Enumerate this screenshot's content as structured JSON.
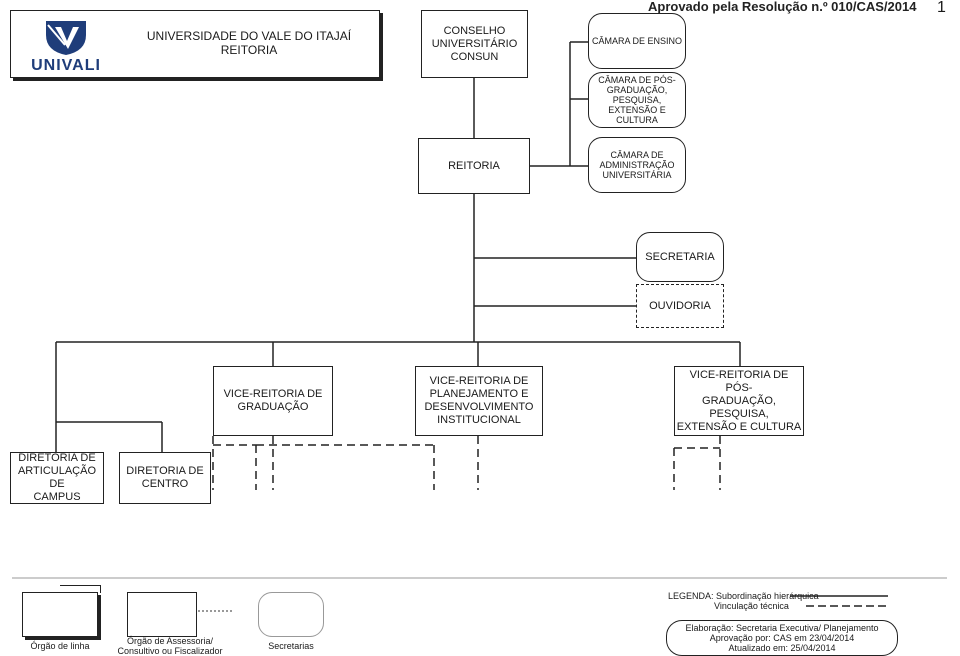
{
  "approval": "Aprovado pela Resolução n.º 010/CAS/2014",
  "page_number": "1",
  "logo_text": "UNIVALI",
  "header": {
    "university": "UNIVERSIDADE DO VALE DO ITAJAÍ",
    "rectory": "REITORIA"
  },
  "nodes": {
    "conselho": "CONSELHO\nUNIVERSITÁRIO\nCONSUN",
    "camara_ensino": "CÂMARA DE ENSINO",
    "camara_pos": "CÂMARA DE PÓS-\nGRADUAÇÃO, PESQUISA,\nEXTENSÃO E CULTURA",
    "reitoria": "REITORIA",
    "camara_adm": "CÂMARA DE\nADMINISTRAÇÃO\nUNIVERSITÁRIA",
    "secretaria": "SECRETARIA",
    "ouvidoria": "OUVIDORIA",
    "vr_graduacao": "VICE-REITORIA DE\nGRADUAÇÃO",
    "vr_planejamento": "VICE-REITORIA DE\nPLANEJAMENTO E\nDESENVOLVIMENTO\nINSTITUCIONAL",
    "vr_pos": "VICE-REITORIA DE PÓS-\nGRADUAÇÃO, PESQUISA,\nEXTENSÃO E CULTURA",
    "dir_articulacao": "DIRETORIA DE\nARTICULAÇÃO DE\nCAMPUS",
    "dir_centro": "DIRETORIA DE\nCENTRO"
  },
  "legend": {
    "linha": "Órgão de linha",
    "assessoria": "Órgão de Assessoria/\nConsultivo ou Fiscalizador",
    "secretarias": "Secretarias",
    "title": "LEGENDA: Subordinação hierárquica",
    "vinculacao": "Vinculação técnica"
  },
  "elaboration": {
    "line1": "Elaboração: Secretaria Executiva/ Planejamento",
    "line2": "Aprovação por:  CAS em 23/04/2014",
    "line3": "Atualizado em: 25/04/2014"
  },
  "colors": {
    "logo_blue": "#1f3d7a",
    "line": "#222222"
  }
}
